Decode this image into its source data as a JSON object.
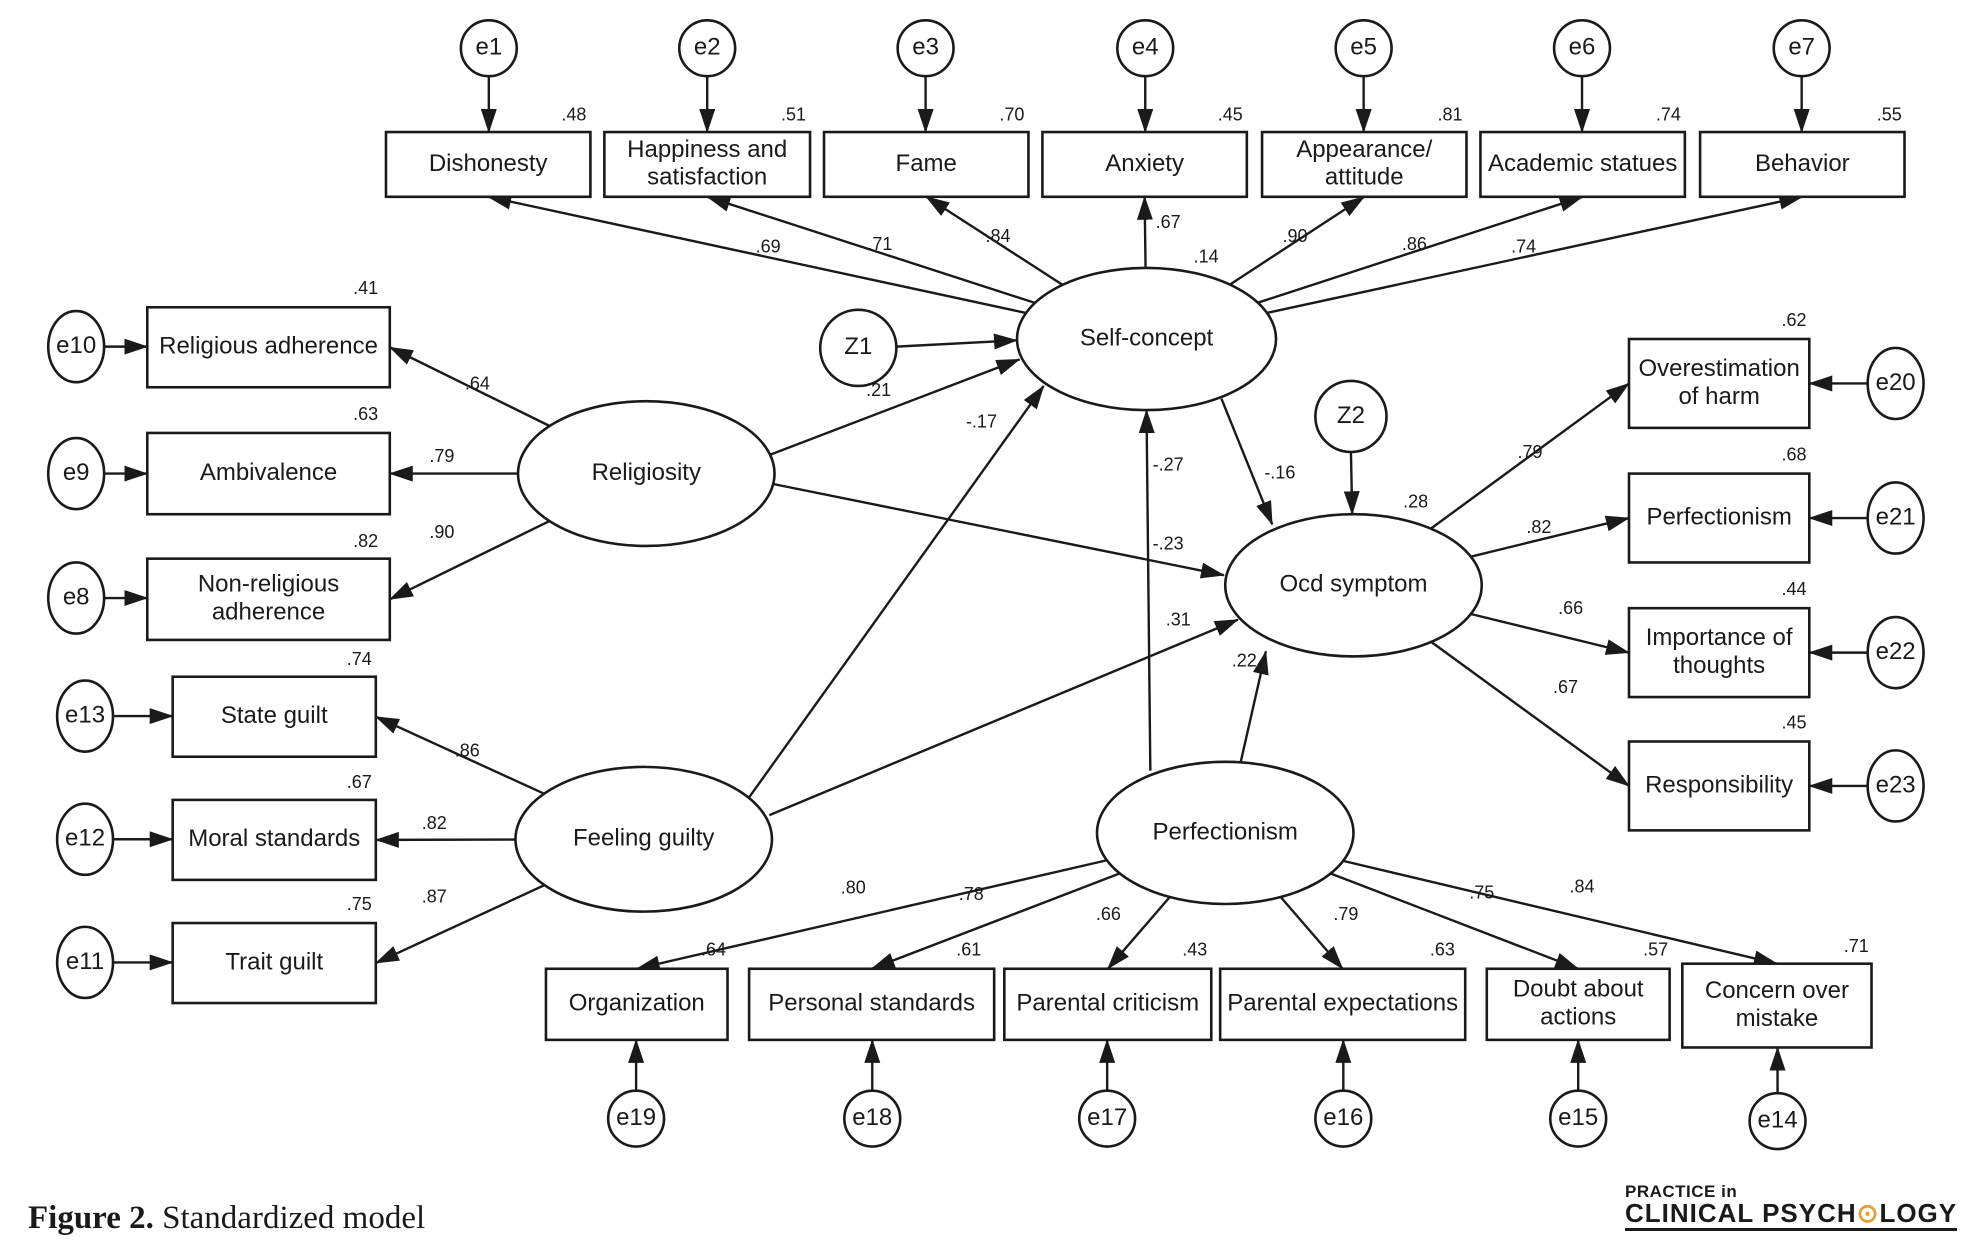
{
  "figure": {
    "caption_label": "Figure 2.",
    "caption_text": " Standardized model",
    "logo_line1": "PRACTICE in",
    "logo_line2_a": "CLINICAL PSYCH",
    "logo_line2_o": "⊙",
    "logo_line2_b": "LOGY",
    "accent_color": "#e2a23a"
  },
  "latents": [
    {
      "id": "selfconcept",
      "label": "Self-concept",
      "r2": ".14"
    },
    {
      "id": "religiosity",
      "label": "Religiosity"
    },
    {
      "id": "guilt",
      "label": "Feeling guilty"
    },
    {
      "id": "ocd",
      "label": "Ocd symptom",
      "r2": ".28"
    },
    {
      "id": "perf",
      "label": "Perfectionism"
    }
  ],
  "disturbances": [
    {
      "id": "Z1",
      "label": "Z1"
    },
    {
      "id": "Z2",
      "label": "Z2"
    }
  ],
  "indicators": [
    {
      "id": "dishonesty",
      "lines": [
        "Dishonesty"
      ],
      "r2": ".48",
      "loading": ".69",
      "factor": "selfconcept",
      "error": "e1"
    },
    {
      "id": "happiness",
      "lines": [
        "Happiness and",
        "satisfaction"
      ],
      "r2": ".51",
      "loading": ".71",
      "factor": "selfconcept",
      "error": "e2"
    },
    {
      "id": "fame",
      "lines": [
        "Fame"
      ],
      "r2": ".70",
      "loading": ".84",
      "factor": "selfconcept",
      "error": "e3"
    },
    {
      "id": "anxiety",
      "lines": [
        "Anxiety"
      ],
      "r2": ".45",
      "loading": ".67",
      "factor": "selfconcept",
      "error": "e4"
    },
    {
      "id": "appearance",
      "lines": [
        "Appearance/",
        "attitude"
      ],
      "r2": ".81",
      "loading": ".90",
      "factor": "selfconcept",
      "error": "e5"
    },
    {
      "id": "academic",
      "lines": [
        "Academic statues"
      ],
      "r2": ".74",
      "loading": ".86",
      "factor": "selfconcept",
      "error": "e6"
    },
    {
      "id": "behavior",
      "lines": [
        "Behavior"
      ],
      "r2": ".55",
      "loading": ".74",
      "factor": "selfconcept",
      "error": "e7"
    },
    {
      "id": "religadh",
      "lines": [
        "Religious adherence"
      ],
      "r2": ".41",
      "loading": ".64",
      "factor": "religiosity",
      "error": "e10"
    },
    {
      "id": "ambivalence",
      "lines": [
        "Ambivalence"
      ],
      "r2": ".63",
      "loading": ".79",
      "factor": "religiosity",
      "error": "e9"
    },
    {
      "id": "nonrelig",
      "lines": [
        "Non-religious",
        "adherence"
      ],
      "r2": ".82",
      "loading": ".90",
      "factor": "religiosity",
      "error": "e8"
    },
    {
      "id": "stateguilt",
      "lines": [
        "State guilt"
      ],
      "r2": ".74",
      "loading": ".86",
      "factor": "guilt",
      "error": "e13"
    },
    {
      "id": "moral",
      "lines": [
        "Moral standards"
      ],
      "r2": ".67",
      "loading": ".82",
      "factor": "guilt",
      "error": "e12"
    },
    {
      "id": "traitguilt",
      "lines": [
        "Trait guilt"
      ],
      "r2": ".75",
      "loading": ".87",
      "factor": "guilt",
      "error": "e11"
    },
    {
      "id": "overest",
      "lines": [
        "Overestimation",
        "of harm"
      ],
      "r2": ".62",
      "loading": ".79",
      "factor": "ocd",
      "error": "e20"
    },
    {
      "id": "perfocd",
      "lines": [
        "Perfectionism"
      ],
      "r2": ".68",
      "loading": ".82",
      "factor": "ocd",
      "error": "e21"
    },
    {
      "id": "importance",
      "lines": [
        "Importance of",
        "thoughts"
      ],
      "r2": ".44",
      "loading": ".66",
      "factor": "ocd",
      "error": "e22"
    },
    {
      "id": "responsibility",
      "lines": [
        "Responsibility"
      ],
      "r2": ".45",
      "loading": ".67",
      "factor": "ocd",
      "error": "e23"
    },
    {
      "id": "organization",
      "lines": [
        "Organization"
      ],
      "r2": ".64",
      "loading": ".80",
      "factor": "perf",
      "error": "e19"
    },
    {
      "id": "personal",
      "lines": [
        "Personal standards"
      ],
      "r2": ".61",
      "loading": ".78",
      "factor": "perf",
      "error": "e18"
    },
    {
      "id": "parcrit",
      "lines": [
        "Parental criticism"
      ],
      "r2": ".43",
      "loading": ".66",
      "factor": "perf",
      "error": "e17"
    },
    {
      "id": "parexp",
      "lines": [
        "Parental expectations"
      ],
      "r2": ".63",
      "loading": ".79",
      "factor": "perf",
      "error": "e16"
    },
    {
      "id": "doubt",
      "lines": [
        "Doubt about",
        "actions"
      ],
      "r2": ".57",
      "loading": ".75",
      "factor": "perf",
      "error": "e15"
    },
    {
      "id": "concern",
      "lines": [
        "Concern over",
        "mistake"
      ],
      "r2": ".71",
      "loading": ".84",
      "factor": "perf",
      "error": "e14"
    }
  ],
  "structural_paths": [
    {
      "from": "religiosity",
      "to": "selfconcept",
      "coef": ".21"
    },
    {
      "from": "guilt",
      "to": "selfconcept",
      "coef": "-.17"
    },
    {
      "from": "perf",
      "to": "selfconcept",
      "coef": "-.27"
    },
    {
      "from": "selfconcept",
      "to": "ocd",
      "coef": "-.16"
    },
    {
      "from": "religiosity",
      "to": "ocd",
      "coef": "-.23"
    },
    {
      "from": "guilt",
      "to": "ocd",
      "coef": ".31"
    },
    {
      "from": "perf",
      "to": "ocd",
      "coef": ".22"
    },
    {
      "from": "Z1",
      "to": "selfconcept",
      "coef": ""
    },
    {
      "from": "Z2",
      "to": "ocd",
      "coef": ""
    }
  ]
}
